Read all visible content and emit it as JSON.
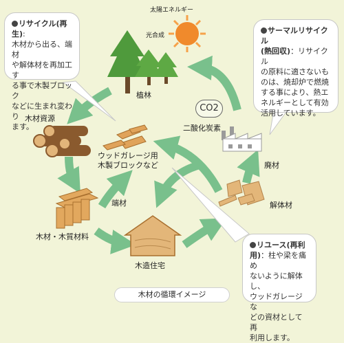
{
  "colors": {
    "background": "#f2f4d8",
    "arrow": "#79c08c",
    "tree": "#4f9a3c",
    "sun": "#f08a2c",
    "wood": "#d9a86a"
  },
  "labels": {
    "sun": "太陽エネルギー",
    "photosynthesis": "光合成",
    "planting": "植林",
    "wood_resource": "木材資源",
    "garage_block": [
      "ウッドガレージ用",
      "木製ブロックなど"
    ],
    "offcut": "端材",
    "material": "木材・木質材料",
    "house": "木造住宅",
    "demolition": "解体材",
    "waste": "廃材",
    "co2_formula": "CO2",
    "co2": "二酸化炭素"
  },
  "bubbles": {
    "recycle": {
      "title": "リサイクル(再生)",
      "colon": ":",
      "lines": [
        "木材から出る、端材",
        "や解体材を再加工す",
        "る事で木製ブロック",
        "などに生まれ変わり",
        "ます。"
      ]
    },
    "thermal": {
      "title_lines": [
        "サーマルリサイクル",
        "(熱回収)"
      ],
      "lines": [
        "：リサイクル",
        "の原料に適さないものは、焼却炉で燃焼する事により、熱エネルギーとして有効活用しています。"
      ]
    },
    "reuse": {
      "title_lines": [
        "リユース(再利",
        "用)"
      ],
      "lines": [
        "：柱や梁を痛め",
        "ないように解体し、",
        "ウッドガレージな",
        "どの資材として再",
        "利用します。"
      ]
    }
  },
  "caption": "木材の循環イメージ"
}
